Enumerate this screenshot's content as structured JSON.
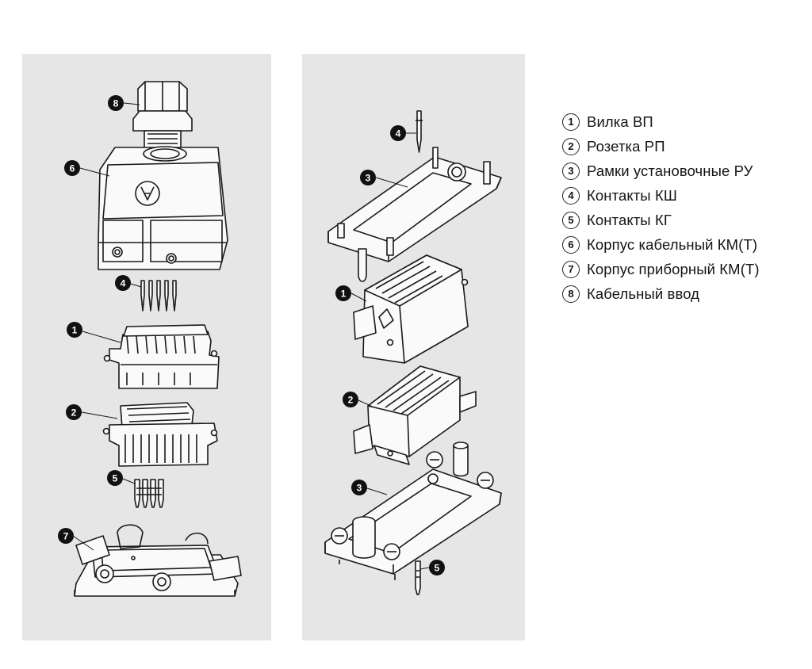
{
  "legend": [
    {
      "num": "1",
      "label": "Вилка ВП"
    },
    {
      "num": "2",
      "label": "Розетка РП"
    },
    {
      "num": "3",
      "label": "Рамки установочные РУ"
    },
    {
      "num": "4",
      "label": "Контакты КШ"
    },
    {
      "num": "5",
      "label": "Контакты КГ"
    },
    {
      "num": "6",
      "label": "Корпус кабельный КМ(Т)"
    },
    {
      "num": "7",
      "label": "Корпус приборный КМ(Т)"
    },
    {
      "num": "8",
      "label": "Кабельный ввод"
    }
  ],
  "callouts": {
    "left": [
      "8",
      "6",
      "4",
      "1",
      "2",
      "5",
      "7"
    ],
    "right": [
      "4",
      "3",
      "1",
      "2",
      "3",
      "5"
    ]
  },
  "colors": {
    "panel": "#e6e6e6",
    "line": "#1a1a1a",
    "part_fill": "#fafafa",
    "callout": "#111111"
  }
}
